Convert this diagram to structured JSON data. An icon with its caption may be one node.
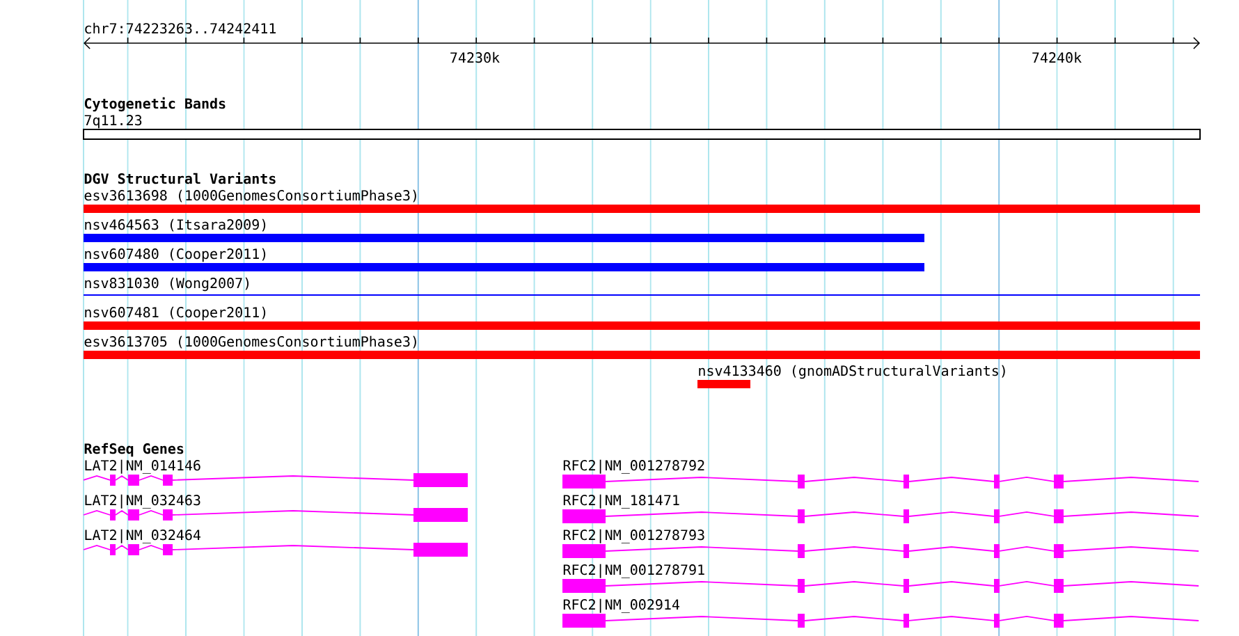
{
  "diagram": {
    "nodes": [
      {
        "text": [
          "7q11.23"
        ]
      },
      {
        "text": [
          "esv3613698 (1000GenomesConsortiumPhase3)"
        ]
      },
      {
        "text": [
          "nsv464563 (Itsara2009)"
        ]
      },
      {
        "text": [
          "nsv607480 (Cooper2011)"
        ]
      },
      {
        "text": [
          "nsv831030 (Wong2007)"
        ]
      },
      {
        "text": [
          "nsv607481 (Cooper2011)"
        ]
      },
      {
        "text": [
          "esv3613705 (1000GenomesConsortiumPhase3)"
        ]
      },
      {
        "text": [
          "nsv4133460 (gnomADStructuralVariants)"
        ]
      },
      {
        "text": [
          "LAT2|NM_014146"
        ]
      },
      {
        "text": [
          "LAT2|NM_032463"
        ]
      },
      {
        "text": [
          "LAT2|NM_032464"
        ]
      },
      {
        "text": [
          "RFC2|NM_001278792"
        ]
      },
      {
        "text": [
          "RFC2|NM_181471"
        ]
      },
      {
        "text": [
          "RFC2|NM_001278793"
        ]
      },
      {
        "text": [
          "RFC2|NM_001278791"
        ]
      },
      {
        "text": [
          "RFC2|NM_002914"
        ]
      }
    ],
    "labels": [
      "chr7:74223263..74242411",
      "74230k",
      "74240k",
      "Cytogenetic Bands",
      "DGV Structural Variants",
      "RefSeq Genes"
    ]
  }
}
